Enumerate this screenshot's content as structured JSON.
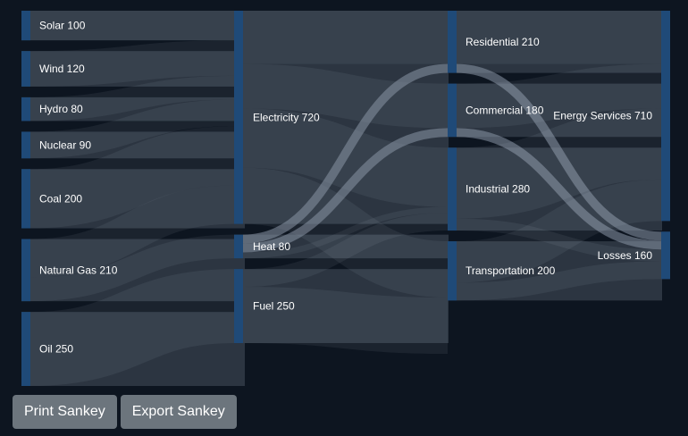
{
  "colors": {
    "background": "#0d1520",
    "link": "#d9e6f5",
    "highlight_link": "#8a96a6",
    "node_bar": "#1f4a78",
    "node_panel": "#2c3541",
    "label": "#ffffff",
    "button": "#6c757d"
  },
  "buttons": {
    "print_label": "Print Sankey",
    "export_label": "Export Sankey"
  },
  "chart_data": {
    "type": "sankey",
    "title": "",
    "nodes": [
      {
        "id": "solar",
        "name": "Solar",
        "value": 100,
        "column": 0,
        "label": "Solar 100"
      },
      {
        "id": "wind",
        "name": "Wind",
        "value": 120,
        "column": 0,
        "label": "Wind 120"
      },
      {
        "id": "hydro",
        "name": "Hydro",
        "value": 80,
        "column": 0,
        "label": "Hydro 80"
      },
      {
        "id": "nuclear",
        "name": "Nuclear",
        "value": 90,
        "column": 0,
        "label": "Nuclear 90"
      },
      {
        "id": "coal",
        "name": "Coal",
        "value": 200,
        "column": 0,
        "label": "Coal 200"
      },
      {
        "id": "natgas",
        "name": "Natural Gas",
        "value": 210,
        "column": 0,
        "label": "Natural Gas 210"
      },
      {
        "id": "oil",
        "name": "Oil",
        "value": 250,
        "column": 0,
        "label": "Oil 250"
      },
      {
        "id": "electricity",
        "name": "Electricity",
        "value": 720,
        "column": 1,
        "label": "Electricity 720"
      },
      {
        "id": "heat",
        "name": "Heat",
        "value": 80,
        "column": 1,
        "label": "Heat 80"
      },
      {
        "id": "fuel",
        "name": "Fuel",
        "value": 250,
        "column": 1,
        "label": "Fuel 250"
      },
      {
        "id": "residential",
        "name": "Residential",
        "value": 210,
        "column": 2,
        "label": "Residential 210"
      },
      {
        "id": "commercial",
        "name": "Commercial",
        "value": 180,
        "column": 2,
        "label": "Commercial 180"
      },
      {
        "id": "industrial",
        "name": "Industrial",
        "value": 280,
        "column": 2,
        "label": "Industrial 280"
      },
      {
        "id": "transportation",
        "name": "Transportation",
        "value": 200,
        "column": 2,
        "label": "Transportation 200"
      },
      {
        "id": "services",
        "name": "Energy Services",
        "value": 710,
        "column": 3,
        "label": "Energy Services 710"
      },
      {
        "id": "losses",
        "name": "Losses",
        "value": 160,
        "column": 3,
        "label": "Losses 160"
      }
    ],
    "links": [
      {
        "source": "solar",
        "target": "electricity",
        "value": 100
      },
      {
        "source": "wind",
        "target": "electricity",
        "value": 120
      },
      {
        "source": "hydro",
        "target": "electricity",
        "value": 80
      },
      {
        "source": "nuclear",
        "target": "electricity",
        "value": 90
      },
      {
        "source": "coal",
        "target": "electricity",
        "value": 200
      },
      {
        "source": "natgas",
        "target": "electricity",
        "value": 130
      },
      {
        "source": "natgas",
        "target": "heat",
        "value": 80
      },
      {
        "source": "oil",
        "target": "fuel",
        "value": 250
      },
      {
        "source": "electricity",
        "target": "residential",
        "value": 180
      },
      {
        "source": "electricity",
        "target": "commercial",
        "value": 150
      },
      {
        "source": "electricity",
        "target": "industrial",
        "value": 200
      },
      {
        "source": "electricity",
        "target": "transportation",
        "value": 190
      },
      {
        "source": "heat",
        "target": "residential",
        "value": 30
      },
      {
        "source": "heat",
        "target": "commercial",
        "value": 30
      },
      {
        "source": "heat",
        "target": "industrial",
        "value": 20
      },
      {
        "source": "fuel",
        "target": "industrial",
        "value": 60
      },
      {
        "source": "fuel",
        "target": "transportation",
        "value": 190
      },
      {
        "source": "residential",
        "target": "services",
        "value": 180
      },
      {
        "source": "residential",
        "target": "losses",
        "value": 30
      },
      {
        "source": "commercial",
        "target": "services",
        "value": 150
      },
      {
        "source": "commercial",
        "target": "losses",
        "value": 30
      },
      {
        "source": "industrial",
        "target": "services",
        "value": 240
      },
      {
        "source": "industrial",
        "target": "losses",
        "value": 40
      },
      {
        "source": "transportation",
        "target": "services",
        "value": 140
      },
      {
        "source": "transportation",
        "target": "losses",
        "value": 60
      }
    ]
  }
}
